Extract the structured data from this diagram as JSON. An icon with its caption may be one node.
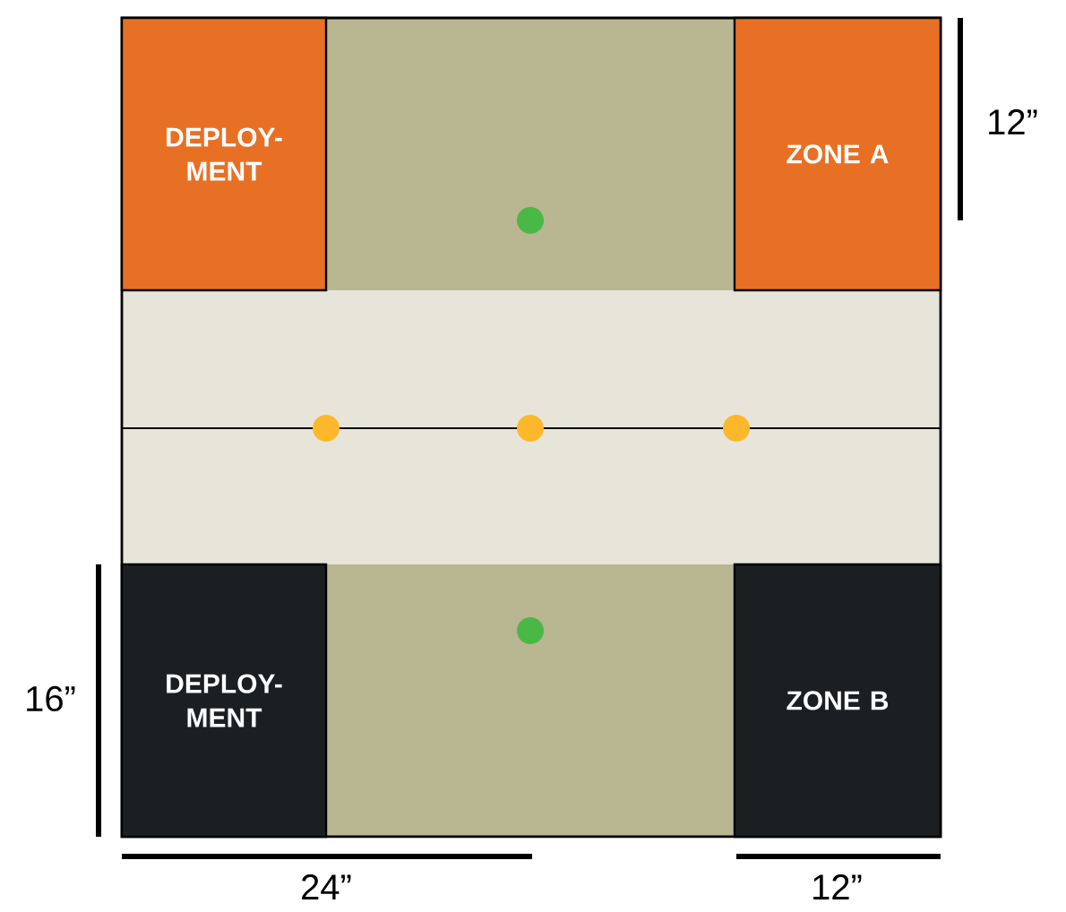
{
  "diagram": {
    "nodes": [
      {
        "text": [
          "DEPLOY- MENT"
        ]
      },
      {
        "text": [
          "ZONE A"
        ]
      },
      {
        "text": [
          "DEPLOY- MENT"
        ]
      },
      {
        "text": [
          "ZONE B"
        ]
      }
    ],
    "labels": [
      "12”",
      "16”",
      "24”",
      "12”"
    ]
  }
}
